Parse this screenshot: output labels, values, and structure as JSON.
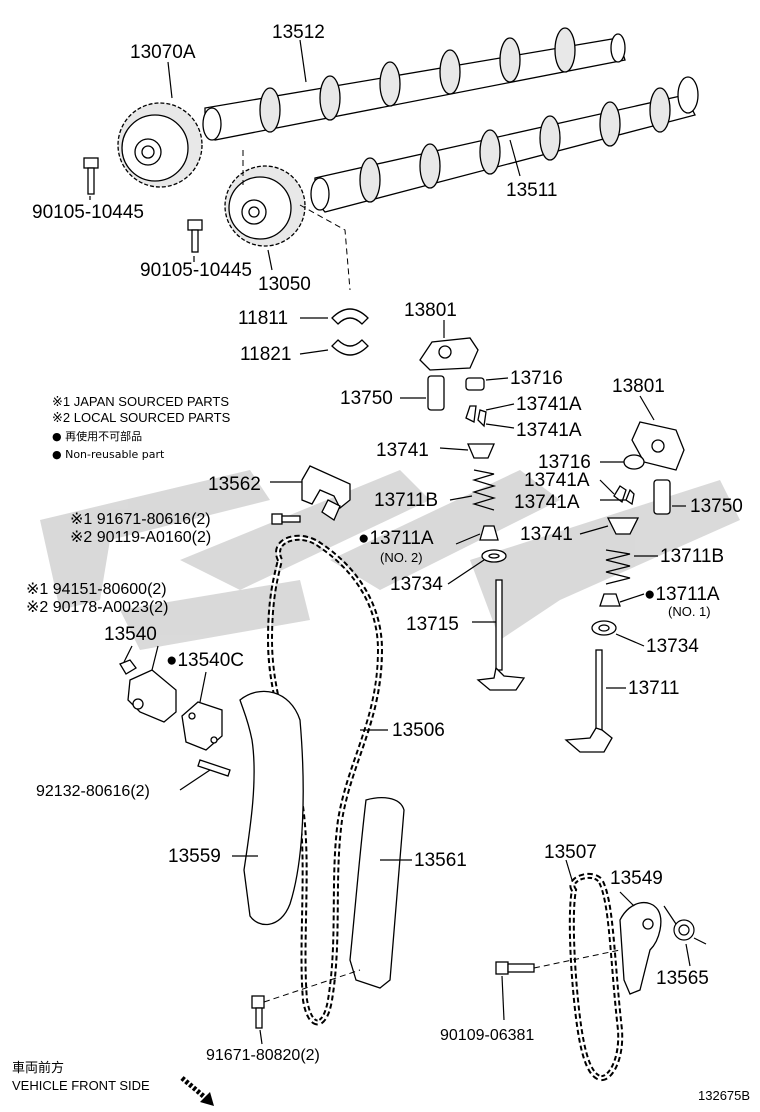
{
  "notes": {
    "line1": "※1 JAPAN SOURCED PARTS",
    "line2": "※2 LOCAL SOURCED PARTS",
    "line3": "● 再使用不可部品",
    "line4": "● Non-reusable part"
  },
  "labels": {
    "p13070A": "13070A",
    "p13512": "13512",
    "p13511": "13511",
    "p90105_a": "90105-10445",
    "p90105_b": "90105-10445",
    "p13050": "13050",
    "p11811": "11811",
    "p11821": "11821",
    "p13801_a": "13801",
    "p13801_b": "13801",
    "p13750_a": "13750",
    "p13750_b": "13750",
    "p13716_a": "13716",
    "p13716_b": "13716",
    "p13741A_1": "13741A",
    "p13741A_2": "13741A",
    "p13741A_3": "13741A",
    "p13741A_4": "13741A",
    "p13741_a": "13741",
    "p13741_b": "13741",
    "p13562": "13562",
    "p13711B_a": "13711B",
    "p13711B_b": "13711B",
    "p13711A_a": "●13711A",
    "p13711A_a_sub": "(NO. 2)",
    "p13711A_b": "●13711A",
    "p13711A_b_sub": "(NO. 1)",
    "p91671_80616": "※1 91671-80616(2)",
    "p90119": "※2 90119-A0160(2)",
    "p94151": "※1 94151-80600(2)",
    "p90178": "※2 90178-A0023(2)",
    "p13734_a": "13734",
    "p13734_b": "13734",
    "p13715": "13715",
    "p13540": "13540",
    "p13540C": "●13540C",
    "p13711": "13711",
    "p13506": "13506",
    "p92132": "92132-80616(2)",
    "p13559": "13559",
    "p13561": "13561",
    "p13507": "13507",
    "p13549": "13549",
    "p13565": "13565",
    "p90109": "90109-06381",
    "p91671_80820": "91671-80820(2)"
  },
  "footer": {
    "front_jp": "車両前方",
    "front_en": "VEHICLE FRONT SIDE",
    "figure_id": "132675B"
  }
}
